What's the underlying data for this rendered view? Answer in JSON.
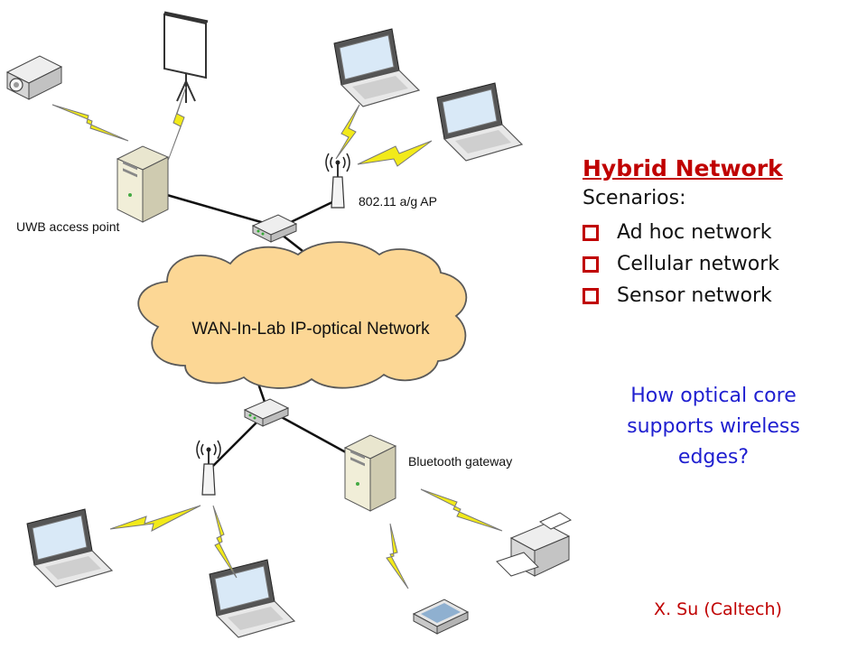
{
  "diagram": {
    "cloud_label": "WAN-In-Lab IP-optical Network",
    "labels": {
      "uwb": "UWB access point",
      "wifi_ap": "802.11 a/g AP",
      "bluetooth": "Bluetooth gateway"
    }
  },
  "panel": {
    "title": "Hybrid Network",
    "subtitle": "Scenarios:",
    "scenarios": [
      "Ad hoc network",
      "Cellular network",
      "Sensor network"
    ]
  },
  "question": {
    "lines": [
      "How optical core",
      "supports wireless",
      "edges?"
    ]
  },
  "credit": "X. Su (Caltech)",
  "colors": {
    "title": "#c00000",
    "question": "#1f1fd0",
    "cloud_fill": "#fcd795",
    "lightning": "#f2ea1a"
  },
  "icons": [
    "projector-icon",
    "projection-screen-icon",
    "laptop-icon",
    "server-tower-icon",
    "antenna-icon",
    "network-switch-icon",
    "printer-icon",
    "scanner-icon",
    "lightning-bolt-icon"
  ]
}
